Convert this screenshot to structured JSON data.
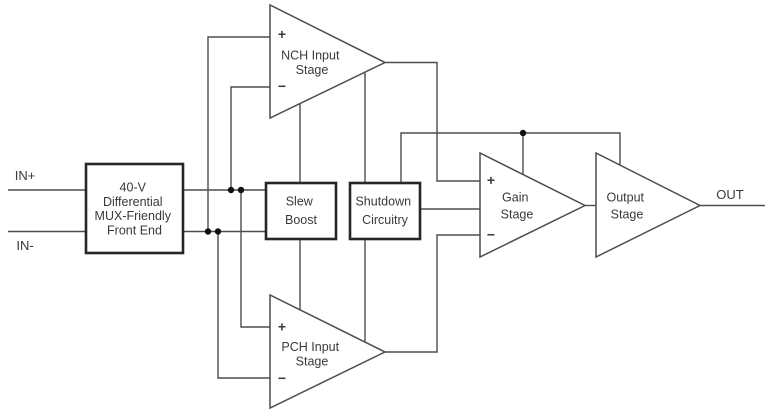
{
  "colors": {
    "background": "#ffffff",
    "wire": "#4d4d4d",
    "border": "#262626",
    "text": "#3a3a3a",
    "dot": "#111111"
  },
  "io": {
    "in_plus": "IN+",
    "in_minus": "IN-",
    "out": "OUT"
  },
  "signs": {
    "plus": "+",
    "minus": "−"
  },
  "blocks": {
    "front_end": {
      "lines": [
        "40-V",
        "Differential",
        "MUX-Friendly",
        "Front End"
      ]
    },
    "nch_input_stage": {
      "lines": [
        "NCH Input",
        "Stage"
      ]
    },
    "pch_input_stage": {
      "lines": [
        "PCH Input",
        "Stage"
      ]
    },
    "slew_boost": {
      "lines": [
        "Slew",
        "Boost"
      ]
    },
    "shutdown_circuitry": {
      "lines": [
        "Shutdown",
        "Circuitry"
      ]
    },
    "gain_stage": {
      "lines": [
        "Gain",
        "Stage"
      ]
    },
    "output_stage": {
      "lines": [
        "Output",
        "Stage"
      ]
    }
  }
}
